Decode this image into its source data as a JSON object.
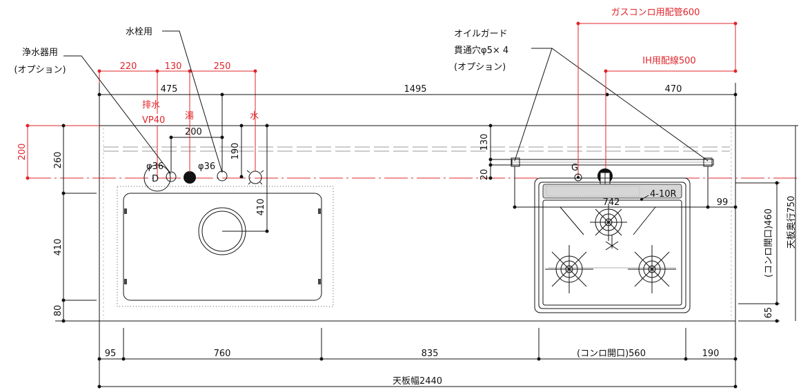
{
  "colors": {
    "dimension_red": "#e0242a",
    "line_black": "#111111"
  },
  "callouts": {
    "water_purifier": [
      "浄水器用",
      "(オプション)"
    ],
    "faucet": "水栓用",
    "oil_guard": [
      "オイルガード",
      "貫通穴φ5× 4",
      "(オプション)"
    ],
    "gas_pipe": "ガスコンロ用配管600",
    "ih_wiring": "IH用配線500"
  },
  "top_red_dims": {
    "d1": "220",
    "d2": "130",
    "d3": "250"
  },
  "top_black_dims": {
    "left": "475",
    "middle": "1495",
    "right": "470"
  },
  "sink_labels": {
    "drain": "排水",
    "drain_pipe": "VP40",
    "hot": "湯",
    "cold": "水",
    "d_mark": "D",
    "hole_left": "φ36",
    "hole_right": "φ36",
    "dim_200": "200",
    "dim_190": "190",
    "dim_410": "410"
  },
  "left_dims": {
    "red_200": "200",
    "d260": "260",
    "d410": "410",
    "d80": "80"
  },
  "stove_labels": {
    "dim_130": "130",
    "dim_20": "20",
    "gas_mark": "G",
    "dim_742": "742",
    "corner_r": "4-10R",
    "dim_99": "99",
    "dim_65": "65",
    "opening_depth": "(コンロ開口)460",
    "top_depth": "天板奥行750"
  },
  "bottom_dims": {
    "d95": "95",
    "d760": "760",
    "d835": "835",
    "stove_opening": "(コンロ開口)560",
    "d190": "190",
    "total": "天板幅2440"
  }
}
